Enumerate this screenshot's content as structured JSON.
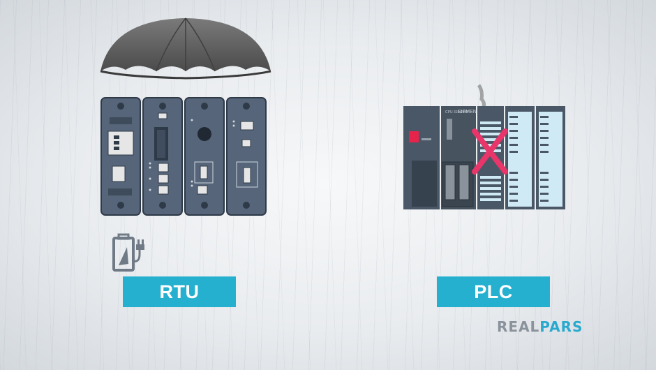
{
  "rtu": {
    "label": "RTU"
  },
  "plc": {
    "label": "PLC",
    "brand": "SIEMENS"
  },
  "logo": {
    "part1": "REAL",
    "part2": "PARS"
  },
  "colors": {
    "label_bg": "#26b0cf",
    "label_text": "#ffffff",
    "cross": "#e8356a",
    "umbrella": "#6b6b6b",
    "rtu_module": "#55667c",
    "plc_body": "#4a5766",
    "plc_io": "#cfe9f5",
    "logo_grey": "#8a929c",
    "logo_blue": "#2aa9cf"
  },
  "icons": [
    "umbrella-icon",
    "battery-plug-icon",
    "cross-icon"
  ]
}
